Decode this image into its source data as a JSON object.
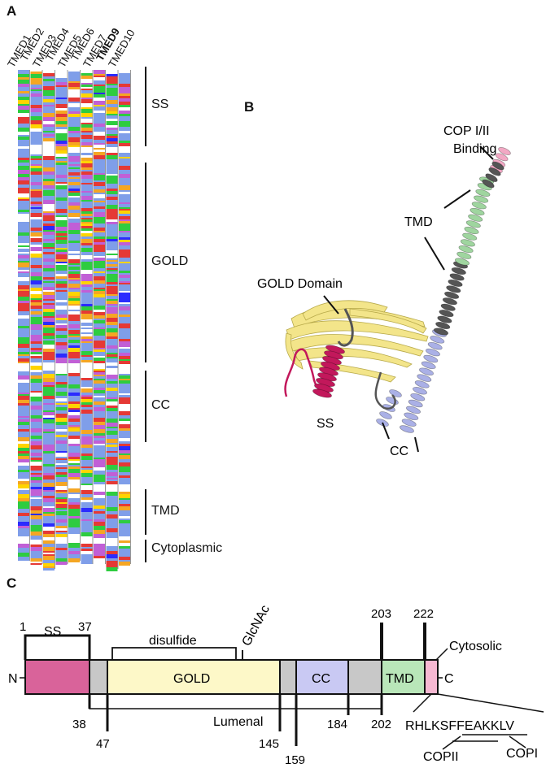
{
  "panelA": {
    "letter": "A",
    "columns": [
      "TMED1",
      "TMED2",
      "TMED3",
      "TMED4",
      "TMED5",
      "TMED6",
      "TMED7",
      "TMED9",
      "TMED10"
    ],
    "highlight_column": "TMED9",
    "regions": [
      "SS",
      "GOLD",
      "CC",
      "TMD",
      "Cytoplasmic"
    ],
    "colors": [
      "#7f9ee9",
      "#e53935",
      "#2ecc40",
      "#c15fd6",
      "#f5a623",
      "#ffd400",
      "#2b2bff",
      "#e0e0e0"
    ]
  },
  "panelB": {
    "letter": "B",
    "labels": {
      "cop": "COP I/II",
      "binding": "Binding",
      "tmd": "TMD",
      "gold": "GOLD Domain",
      "ss": "SS",
      "cc": "CC"
    },
    "colors": {
      "gold": "#f3e58a",
      "ss": "#c2185b",
      "cc": "#aab0e6",
      "tmd": "#9fd59f",
      "cop": "#f2a8c4",
      "linker": "#555555"
    }
  },
  "panelC": {
    "letter": "C",
    "domains": {
      "ss": "SS",
      "gold": "GOLD",
      "cc": "CC",
      "tmd": "TMD"
    },
    "annotations": {
      "disulfide": "disulfide",
      "glcnac": "GlcNAc",
      "cytosolic": "Cytosolic",
      "lumenal": "Lumenal",
      "n_term": "N",
      "c_term": "C",
      "sequence": "RHLKSFFEAKKLV",
      "copii": "COPII",
      "copi": "COPI"
    },
    "positions": {
      "p1": "1",
      "p37": "37",
      "p38": "38",
      "p47": "47",
      "p145": "145",
      "p159": "159",
      "p184": "184",
      "p202": "202",
      "p203": "203",
      "p222": "222"
    },
    "colors": {
      "ss": "#d9639a",
      "gold": "#fdf8c8",
      "cc": "#c9c9f3",
      "tmd": "#b9e6b9",
      "cyto": "#f6b8d2",
      "linker": "#c8c8c8"
    }
  }
}
